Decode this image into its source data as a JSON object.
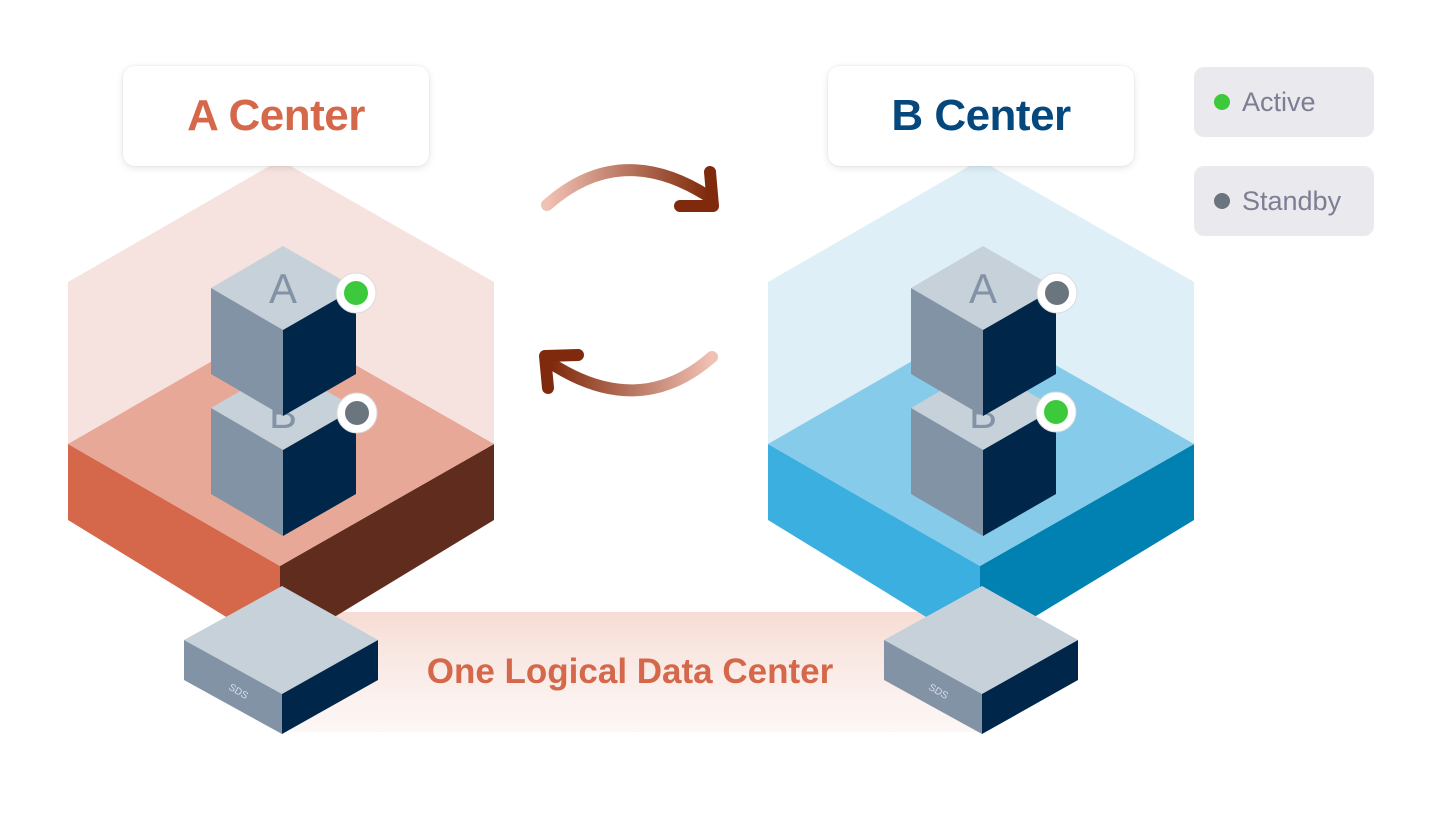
{
  "centers": {
    "a": {
      "title": "A Center",
      "title_color": "#d5674a",
      "units": [
        {
          "letter": "A",
          "status": "active"
        },
        {
          "letter": "B",
          "status": "standby"
        }
      ],
      "storage_label": "SDS"
    },
    "b": {
      "title": "B Center",
      "title_color": "#05487e",
      "units": [
        {
          "letter": "A",
          "status": "standby"
        },
        {
          "letter": "B",
          "status": "active"
        }
      ],
      "storage_label": "SDS"
    }
  },
  "legend": {
    "active": {
      "label": "Active",
      "color": "#3cc93c"
    },
    "standby": {
      "label": "Standby",
      "color": "#6b757d"
    }
  },
  "footer_label": "One Logical Data Center",
  "colors": {
    "a_hex_light": "#f5e2dd",
    "a_top": "#e8a898",
    "a_left": "#d5674a",
    "a_right": "#5f2c1d",
    "b_hex_light": "#dceef7",
    "b_top": "#86cbea",
    "b_left": "#3bb0e0",
    "b_right": "#0180b2",
    "cube_top": "#c7d1da",
    "cube_left": "#8293a6",
    "cube_right": "#00264a",
    "arrow_dark": "#7f2a0c",
    "arrow_light": "#edb3a4"
  }
}
